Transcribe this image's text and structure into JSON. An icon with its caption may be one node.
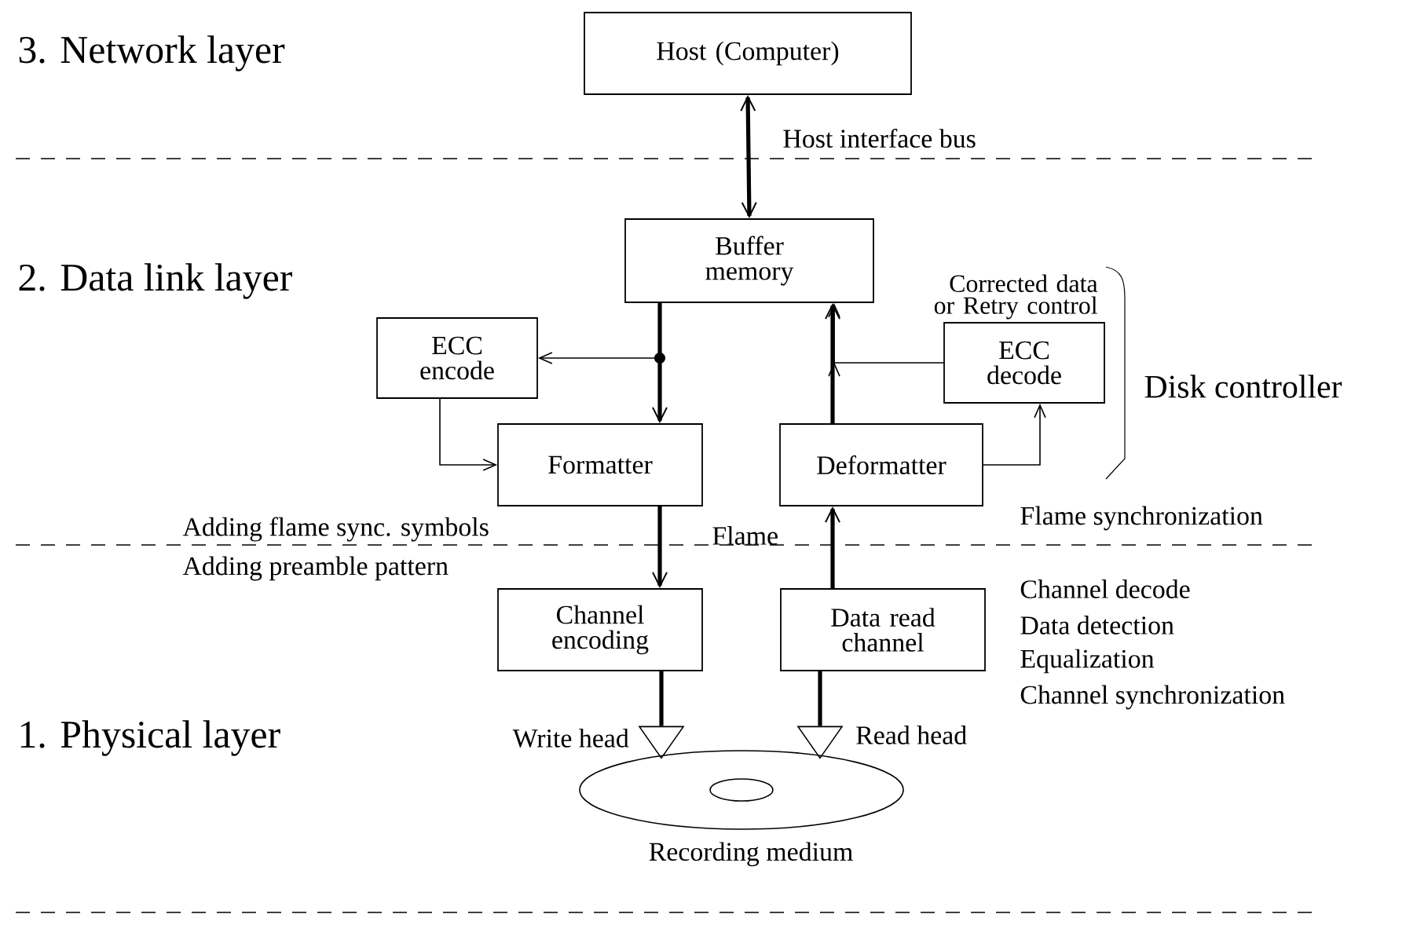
{
  "diagram": {
    "nodes": [
      {
        "text": [
          "Host (Computer)"
        ]
      },
      {
        "text": [
          "Buffer memory"
        ]
      },
      {
        "text": [
          "ECC encode"
        ]
      },
      {
        "text": [
          "ECC decode"
        ]
      },
      {
        "text": [
          "Formatter"
        ]
      },
      {
        "text": [
          "Deformatter"
        ]
      },
      {
        "text": [
          "Channel encoding"
        ]
      },
      {
        "text": [
          "Data read channel"
        ]
      },
      {
        "text": [],
        "shape": "triangle",
        "beside": [
          "Write head"
        ]
      },
      {
        "text": [],
        "shape": "triangle",
        "beside": [
          "Read head"
        ]
      },
      {
        "text": [],
        "shape": "ellipse",
        "beside": [
          "Recording medium"
        ]
      }
    ],
    "edges": [
      {
        "from": 0,
        "to": 1,
        "arrow": "both",
        "label": "Host interface bus"
      },
      {
        "from": 1,
        "to": 4,
        "arrow": "to"
      },
      {
        "from": 1,
        "to": 2,
        "arrow": "to"
      },
      {
        "from": 2,
        "to": 4,
        "arrow": "to"
      },
      {
        "from": 5,
        "to": 1,
        "arrow": "to"
      },
      {
        "from": 3,
        "to": 1,
        "arrow": "to"
      },
      {
        "from": 5,
        "to": 3,
        "arrow": "to"
      },
      {
        "from": 4,
        "to": 6,
        "arrow": "to"
      },
      {
        "from": 7,
        "to": 5,
        "arrow": "to"
      },
      {
        "from": 6,
        "to": 8,
        "arrow": "none"
      },
      {
        "from": 7,
        "to": 9,
        "arrow": "none"
      }
    ],
    "labels": [
      "3. Network layer",
      "2. Data link layer",
      "Corrected data or Retry control",
      "Disk controller",
      "Adding flame sync. symbols",
      "Flame",
      "Flame synchronization",
      "Adding preamble pattern",
      "Channel decode",
      "Data detection",
      "Equalization",
      "Channel synchronization",
      "1. Physical layer"
    ]
  }
}
